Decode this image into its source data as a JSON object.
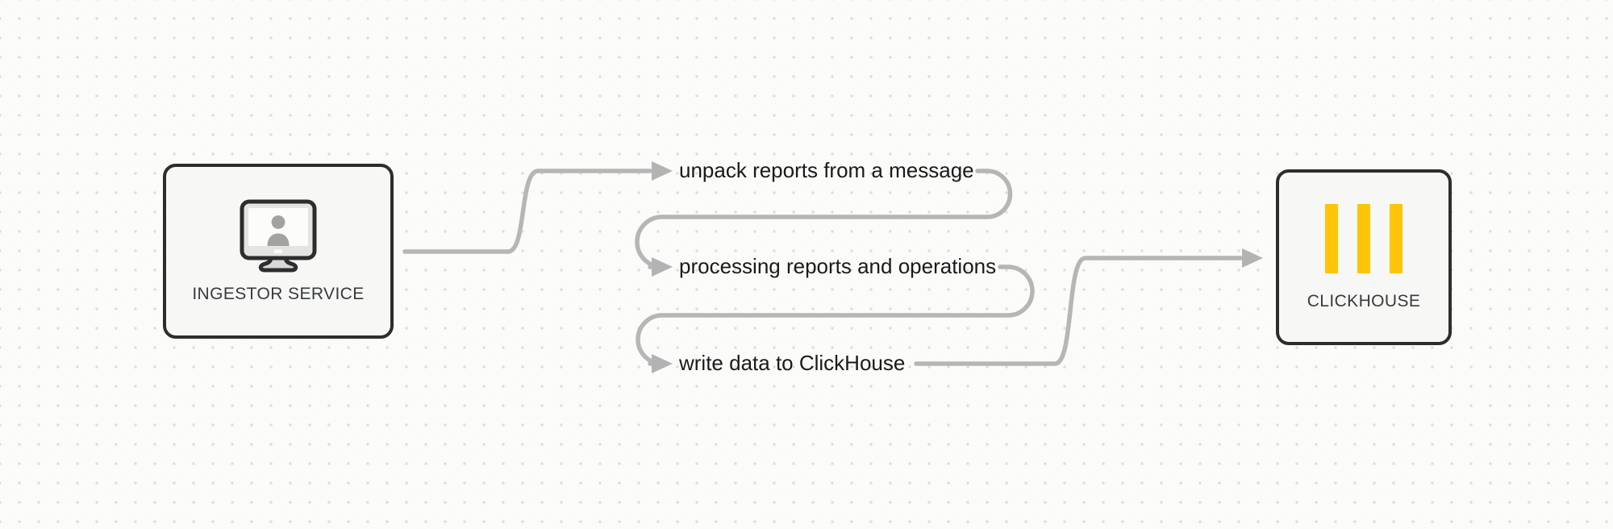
{
  "nodes": {
    "ingestor": {
      "label": "INGESTOR SERVICE",
      "icon": "user-workstation-icon"
    },
    "clickhouse": {
      "label": "CLICKHOUSE",
      "icon": "clickhouse-bars-icon"
    }
  },
  "steps": [
    {
      "label": "unpack reports from a message"
    },
    {
      "label": "processing reports and operations"
    },
    {
      "label": "write data to ClickHouse"
    }
  ],
  "colors": {
    "background": "#fbfbfa",
    "grid_dot": "#dcdcda",
    "connector": "#b6b6b6",
    "node_border": "#2d2d2d",
    "node_fill": "#f7f7f5",
    "step_text": "#1a1a1a",
    "node_label_text": "#383b3e",
    "clickhouse_yellow": "#fdc408",
    "monitor_body": "#e4e4e2",
    "monitor_screen": "#fcfcfb",
    "person_silhouette": "#a2a2a0"
  }
}
